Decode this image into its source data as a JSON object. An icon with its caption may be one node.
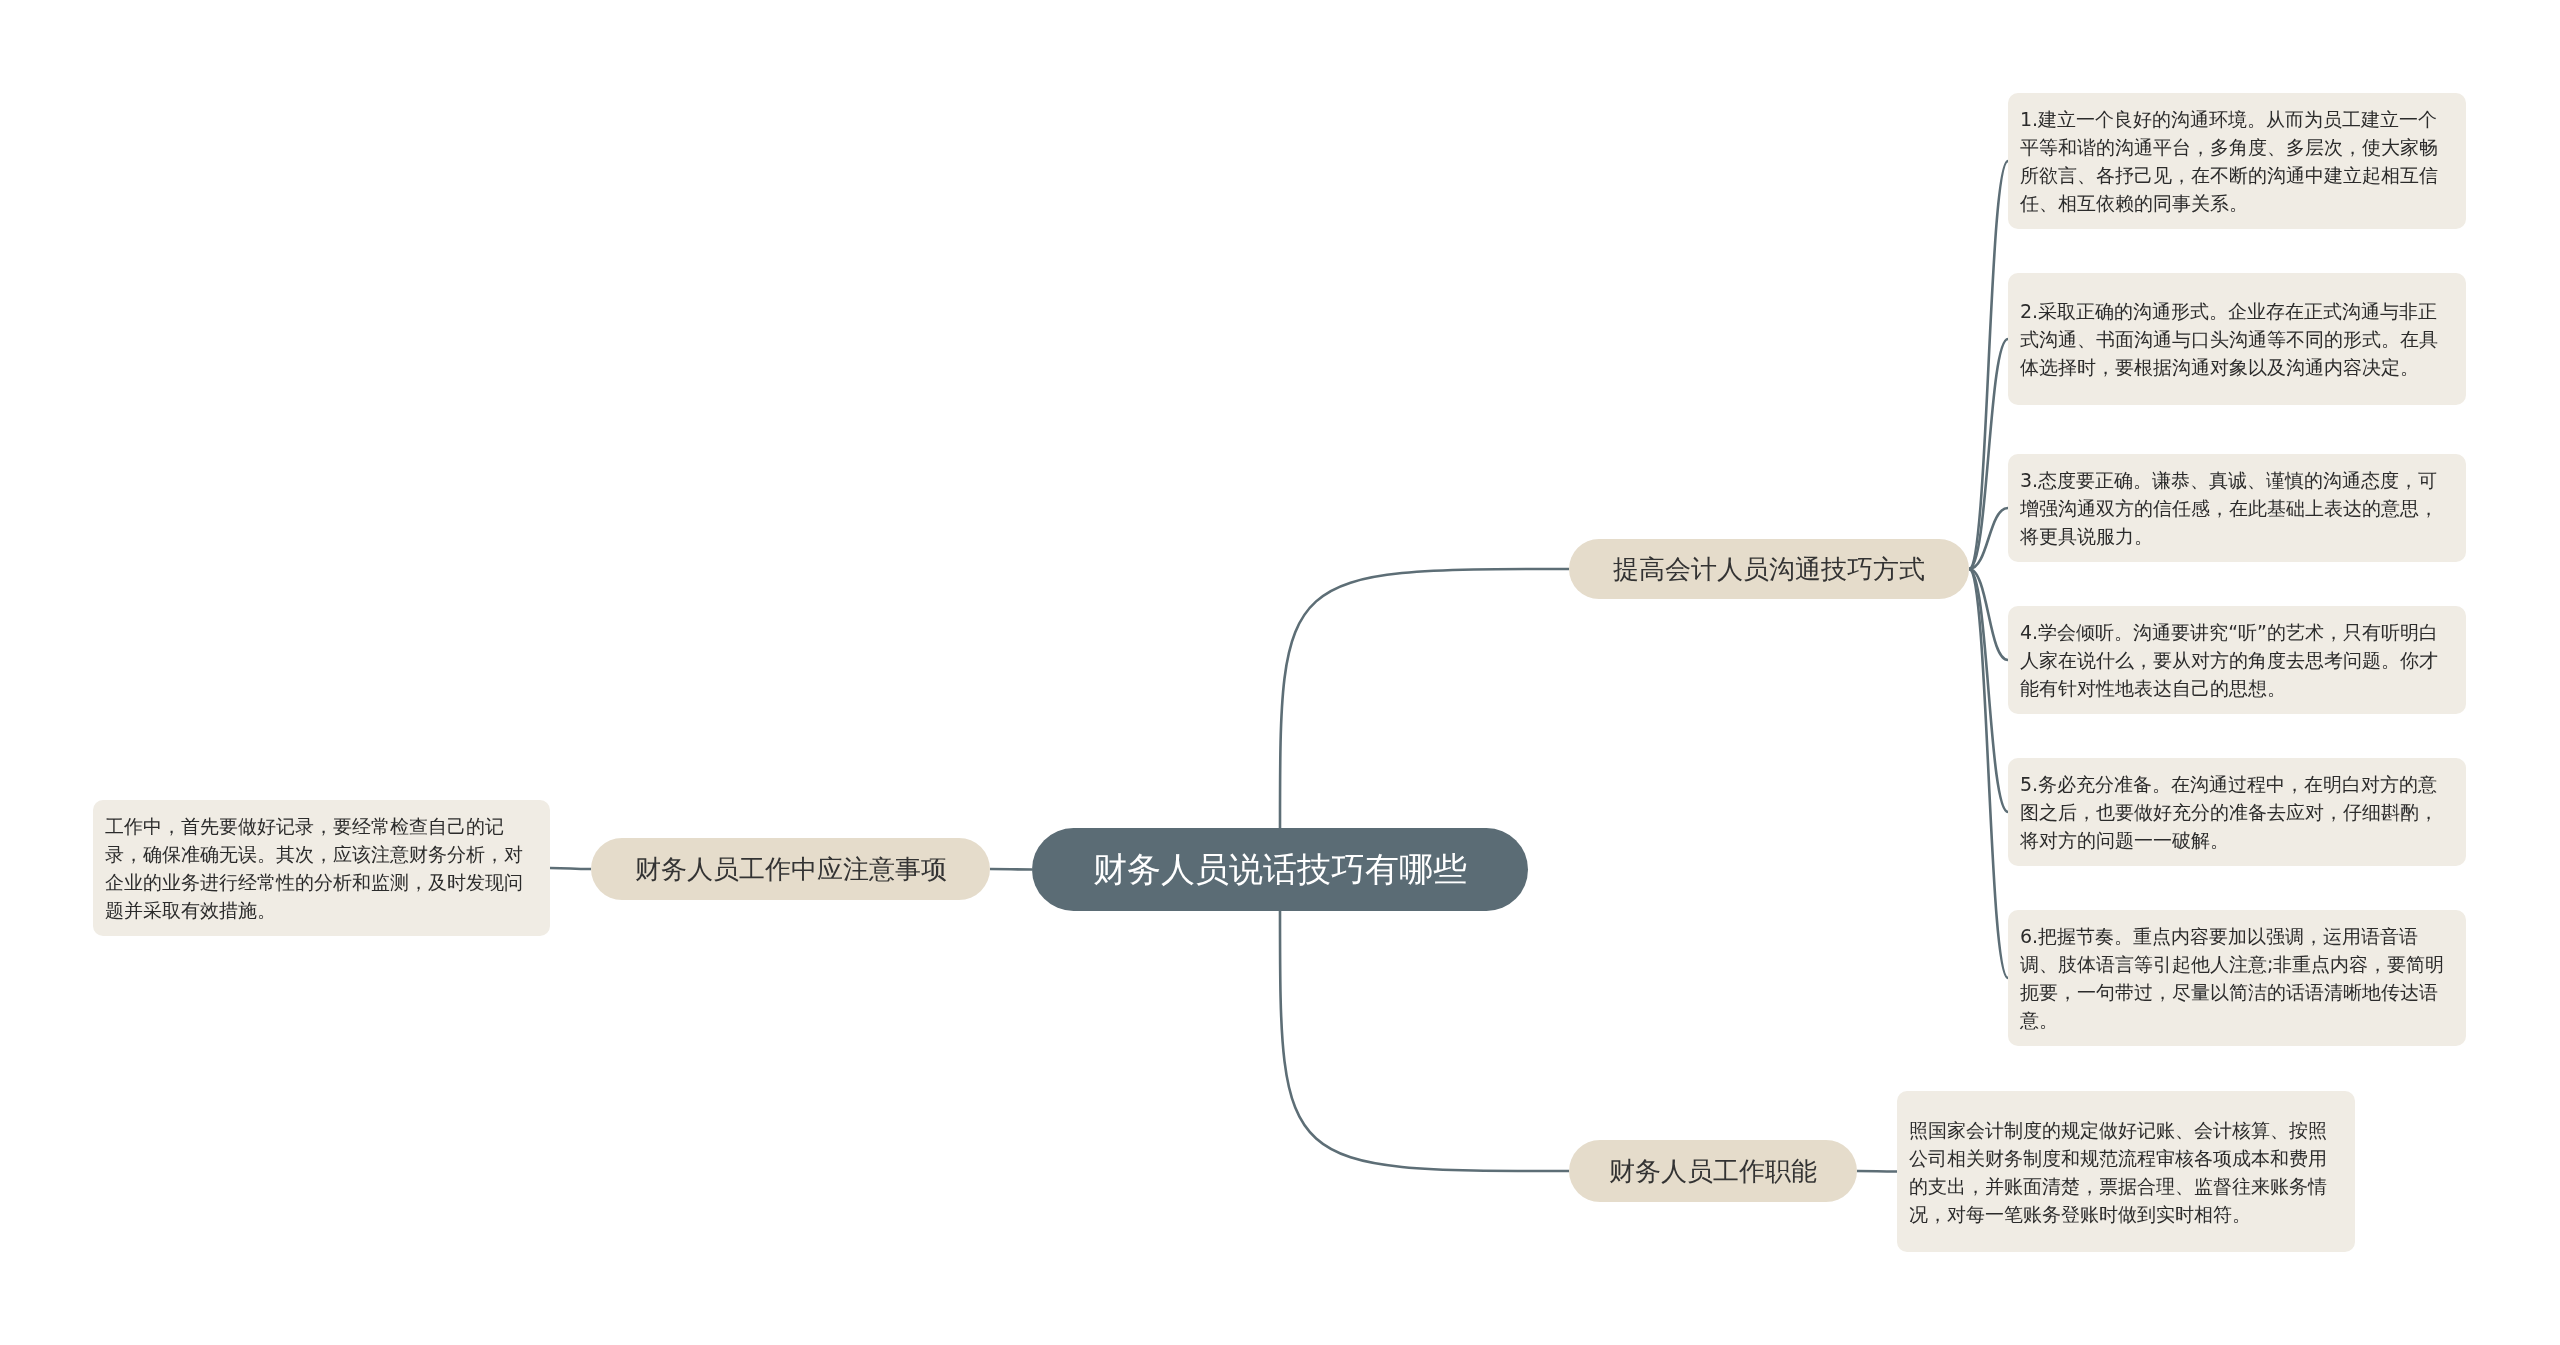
{
  "diagram": {
    "nodes": [
      {
        "text": [
          "财务人员说话技巧有哪些"
        ]
      },
      {
        "text": [
          "提高会计人员沟通技巧方式"
        ]
      },
      {
        "text": [
          "1.建立一个良好的沟通环境。从而为员工建立一个平等和谐的沟通平台，多角度、多层次，使大家畅所欲言、各抒己见，在不断的沟通中建立起相互信任、相互依赖的同事关系。"
        ]
      },
      {
        "text": [
          "2.采取正确的沟通形式。企业存在正式沟通与非正式沟通、书面沟通与口头沟通等不同的形式。在具体选择时，要根据沟通对象以及沟通内容决定。"
        ]
      },
      {
        "text": [
          "3.态度要正确。谦恭、真诚、谨慎的沟通态度，可增强沟通双方的信任感，在此基础上表达的意思，将更具说服力。"
        ]
      },
      {
        "text": [
          "4.学会倾听。沟通要讲究“听”的艺术，只有听明白人家在说什么，要从对方的角度去思考问题。你才能有针对性地表达自己的思想。"
        ]
      },
      {
        "text": [
          "5.务必充分准备。在沟通过程中，在明白对方的意图之后，也要做好充分的准备去应对，仔细斟酌，将对方的问题一一破解。"
        ]
      },
      {
        "text": [
          "6.把握节奏。重点内容要加以强调，运用语音语调、肢体语言等引起他人注意;非重点内容，要简明扼要，一句带过，尽量以简洁的话语清晰地传达语意。"
        ]
      },
      {
        "text": [
          "财务人员工作中应注意事项"
        ]
      },
      {
        "text": [
          "工作中，首先要做好记录，要经常检查自己的记录，确保准确无误。其次，应该注意财务分析，对企业的业务进行经常性的分析和监测，及时发现问题并采取有效措施。"
        ]
      },
      {
        "text": [
          "财务人员工作职能"
        ]
      },
      {
        "text": [
          "照国家会计制度的规定做好记账、会计核算、按照公司相关财务制度和规范流程审核各项成本和费用的支出，并账面清楚，票据合理、监督往来账务情况，对每一笔账务登账时做到实时相符。"
        ]
      }
    ],
    "edges": [
      {
        "from": 0,
        "to": 1,
        "arrow": "none"
      },
      {
        "from": 1,
        "to": 2,
        "arrow": "none"
      },
      {
        "from": 1,
        "to": 3,
        "arrow": "none"
      },
      {
        "from": 1,
        "to": 4,
        "arrow": "none"
      },
      {
        "from": 1,
        "to": 5,
        "arrow": "none"
      },
      {
        "from": 1,
        "to": 6,
        "arrow": "none"
      },
      {
        "from": 1,
        "to": 7,
        "arrow": "none"
      },
      {
        "from": 0,
        "to": 8,
        "arrow": "none"
      },
      {
        "from": 8,
        "to": 9,
        "arrow": "none"
      },
      {
        "from": 0,
        "to": 10,
        "arrow": "none"
      },
      {
        "from": 10,
        "to": 11,
        "arrow": "none"
      }
    ]
  }
}
